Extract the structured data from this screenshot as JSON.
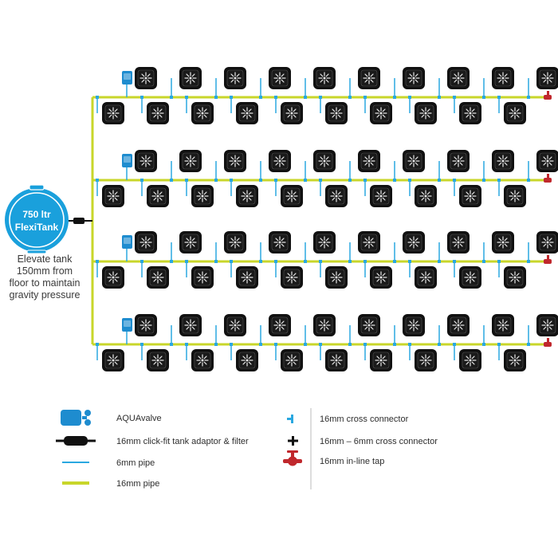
{
  "tank": {
    "line1": "750 ltr",
    "line2": "FlexiTank"
  },
  "note": {
    "line1": "Elevate tank",
    "line2": "150mm from",
    "line3": "floor to maintain",
    "line4": "gravity pressure"
  },
  "legend": {
    "left": [
      {
        "icon": "aquavalve-icon",
        "label": "AQUAvalve"
      },
      {
        "icon": "tank-adaptor-filter-icon",
        "label": "16mm click-fit tank adaptor & filter"
      },
      {
        "icon": "6mm-pipe-icon",
        "label": "6mm pipe"
      },
      {
        "icon": "16mm-pipe-icon",
        "label": "16mm pipe"
      }
    ],
    "right": [
      {
        "icon": "16mm-cross-connector-icon",
        "label": "16mm cross connector"
      },
      {
        "icon": "16mm-6mm-cross-connector-icon",
        "label": "16mm – 6mm cross connector"
      },
      {
        "icon": "inline-tap-icon",
        "label": "16mm in-line tap"
      }
    ]
  },
  "colors": {
    "tank": "#1aa0dc",
    "pipe_16mm": "#c8d62a",
    "pipe_6mm": "#2aa8e0",
    "pot": "#111111",
    "tap": "#c0282d",
    "aquavalve": "#1e8ccf"
  },
  "layout_counts": {
    "groups": 4,
    "pots_top_row": 10,
    "pots_bottom_row": 10
  }
}
